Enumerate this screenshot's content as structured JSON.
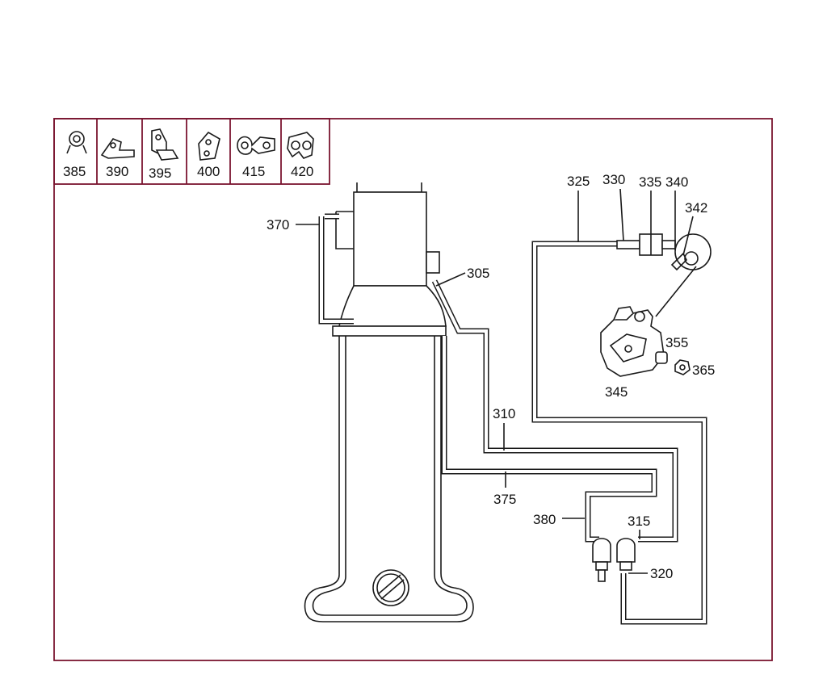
{
  "colors": {
    "frame": "#7a1530",
    "line": "#1a1a1a",
    "background": "#ffffff"
  },
  "legend": [
    {
      "label": "385",
      "icon": "hose-clamp-icon"
    },
    {
      "label": "390",
      "icon": "bent-bracket-icon"
    },
    {
      "label": "395",
      "icon": "mounting-bracket-icon"
    },
    {
      "label": "400",
      "icon": "plate-bracket-icon"
    },
    {
      "label": "415",
      "icon": "double-clip-icon"
    },
    {
      "label": "420",
      "icon": "clip-holder-icon"
    }
  ],
  "callouts": {
    "c370": "370",
    "c305": "305",
    "c325": "325",
    "c330": "330",
    "c335": "335",
    "c340": "340",
    "c342": "342",
    "c355": "355",
    "c365": "365",
    "c345": "345",
    "c310": "310",
    "c375": "375",
    "c380": "380",
    "c315": "315",
    "c320": "320"
  }
}
